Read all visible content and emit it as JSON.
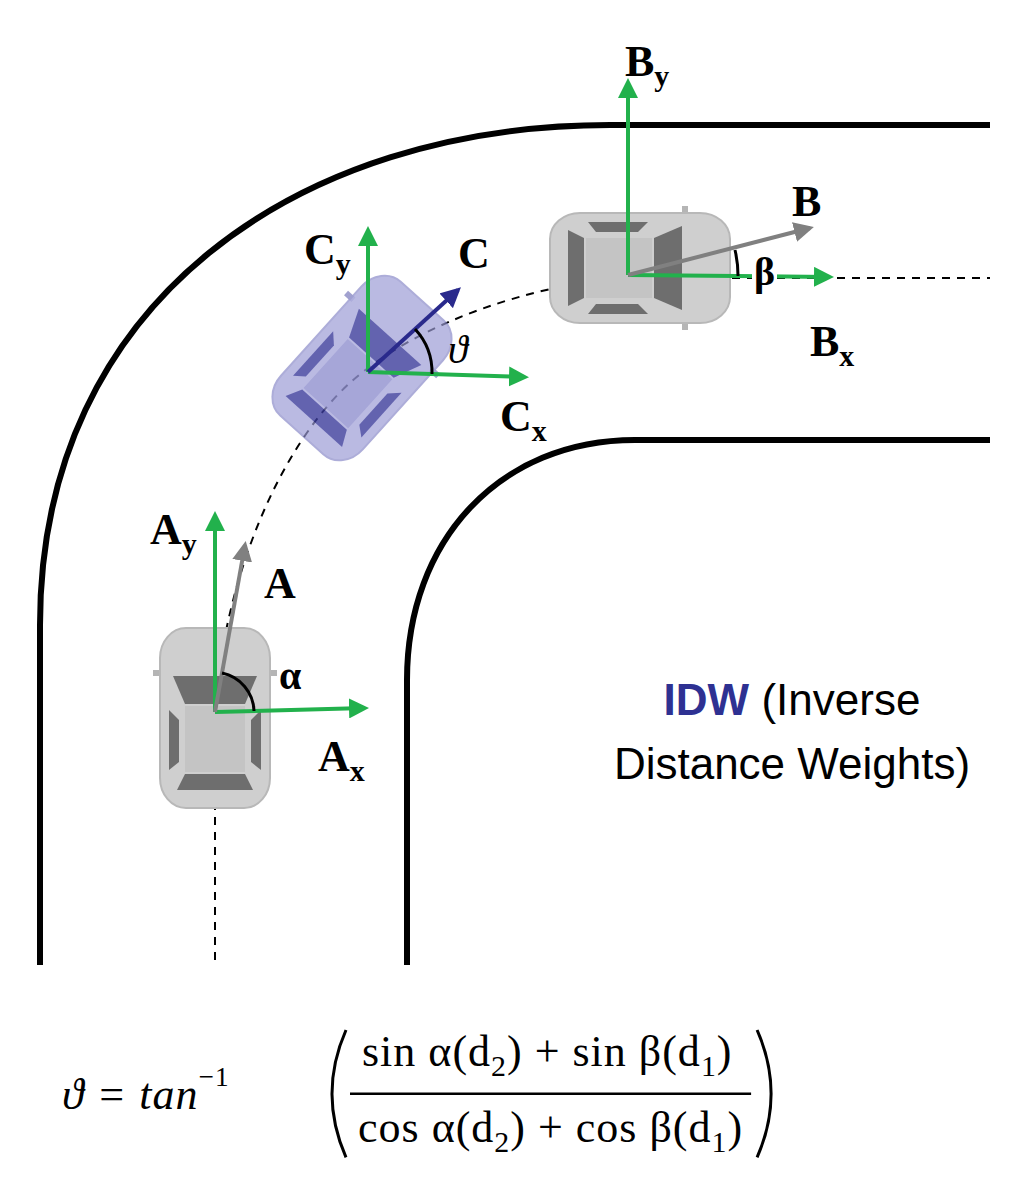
{
  "diagram": {
    "labels": [
      "B",
      "y",
      "B",
      "β",
      "B",
      "x",
      "C",
      "y",
      "C",
      "ϑ",
      "C",
      "x",
      "A",
      "y",
      "A",
      "α",
      "A",
      "x",
      "IDW",
      "(Inverse Distance Weights)",
      "ϑ = tan",
      "−1",
      "sin α(d",
      "2",
      ") + sin β(d",
      "1",
      ")",
      "cos α(d",
      "2",
      ") + cos β(d",
      "1",
      ")"
    ]
  }
}
